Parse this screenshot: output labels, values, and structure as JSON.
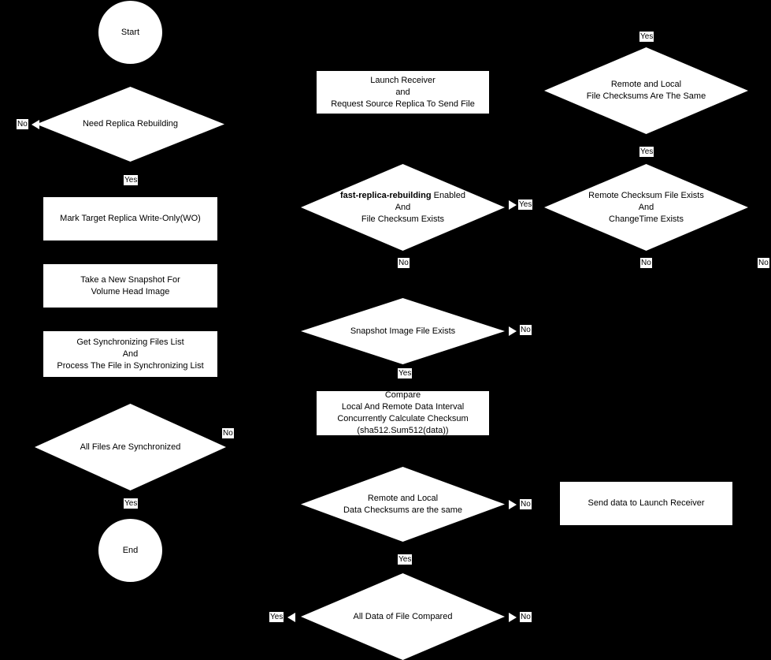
{
  "diagram": {
    "title": "Replica Rebuilding Flowchart",
    "background_color": "#000000",
    "node_fill": "#ffffff",
    "node_text_color": "#000000"
  },
  "nodes": {
    "start": "Start",
    "need_replica_rebuilding": "Need Replica Rebuilding",
    "mark_target_replica": "Mark Target Replica Write-Only(WO)",
    "take_new_snapshot": "Take a New Snapshot For\nVolume Head Image",
    "get_sync_files": "Get Synchronizing Files List\nAnd\nProcess The File in Synchronizing List",
    "all_files_synchronized": "All Files Are Synchronized",
    "end": "End",
    "launch_receiver": "Launch Receiver\nand\nRequest Source Replica To Send File",
    "fast_replica_rebuilding_prefix": "fast-replica-rebuilding",
    "fast_replica_rebuilding_rest": " Enabled\nAnd\nFile Checksum Exists",
    "snapshot_image_file_exists": "Snapshot Image File Exists",
    "compare_checksum": "Compare\nLocal And Remote Data Interval\nConcurrently Calculate Checksum\n(sha512.Sum512(data))",
    "remote_local_data_checksums": "Remote and Local\nData Checksums are the same",
    "all_data_of_file_compared": "All Data of File Compared",
    "remote_local_file_checksums": "Remote and Local\nFile Checksums Are The Same",
    "remote_checksum_file_exists": "Remote Checksum File Exists\nAnd\nChangeTime Exists",
    "send_data_to_launch_receiver": "Send data to Launch Receiver"
  },
  "edge_labels": {
    "need_replica_no": "No",
    "need_replica_yes": "Yes",
    "all_files_no": "No",
    "all_files_yes": "Yes",
    "fast_replica_yes": "Yes",
    "fast_replica_no": "No",
    "snapshot_no": "No",
    "snapshot_yes": "Yes",
    "data_checksums_no": "No",
    "data_checksums_yes": "Yes",
    "all_data_yes": "Yes",
    "all_data_no": "No",
    "file_checksums_top_yes": "Yes",
    "file_checksums_bottom_yes": "Yes",
    "remote_checksum_no": "No",
    "remote_checksum_far_no": "No"
  }
}
